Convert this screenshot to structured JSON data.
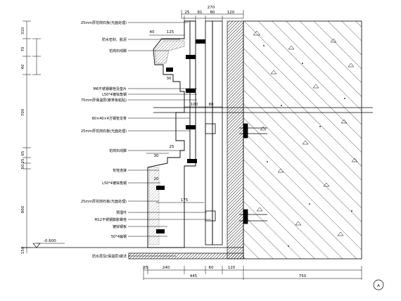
{
  "dimensions": {
    "top": [
      "270",
      "25",
      "81",
      "80",
      "120"
    ],
    "mid_rail": [
      "100",
      "80"
    ],
    "cornice_top": [
      "40",
      "125"
    ],
    "cornice_mid": [
      "30"
    ],
    "sill": [
      "30",
      "25"
    ],
    "base_offset": [
      "20"
    ],
    "base_run": [
      "175"
    ],
    "bottom": [
      "25",
      "240",
      "60",
      "120"
    ],
    "bottom_total": [
      "445"
    ],
    "right_wall": [
      "750"
    ],
    "left_vertical": [
      "310",
      "70",
      "40",
      "700",
      "65",
      "25",
      "50",
      "800",
      "150"
    ]
  },
  "labels": [
    "25mm厚花岗石板(光面处理)",
    "防水密封、胶泥",
    "花岗石线脚",
    "M6不锈钢螺栓及垫片",
    "L50*4镀锌角钢",
    "70mm厚保温层(聚苯板粘贴)",
    "80×40×4方钢管龙骨",
    "25mm厚花岗石板(光面处理)",
    "花岗石线脚",
    "背栓连接",
    "L50*4镀锌角钢",
    "25mm厚花岗石板(光面处理)",
    "预埋件",
    "M12不锈钢膨胀螺栓",
    "镀锌钢板",
    "50*4扁钢",
    "防水层及(保温层)做法"
  ],
  "elevation": "-0.600",
  "north_mark": "A"
}
